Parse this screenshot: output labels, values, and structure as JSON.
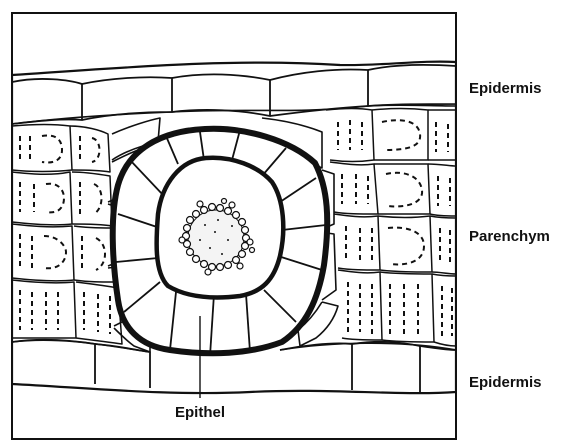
{
  "labels": {
    "epidermis_top": "Epidermis",
    "parenchym": "Parenchym",
    "epidermis_bottom": "Epidermis",
    "epithel": "Epithel"
  }
}
